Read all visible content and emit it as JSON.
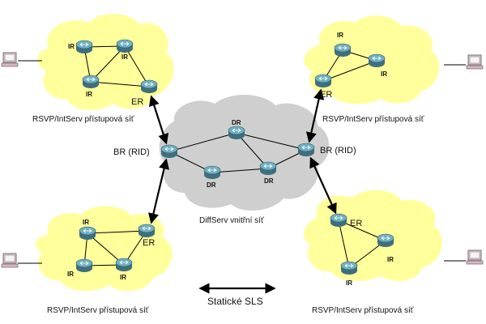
{
  "networks": {
    "top_left": {
      "caption": "RSVP/IntServ přístupová síť",
      "routers": [
        "IR",
        "IR",
        "IR",
        "ER"
      ]
    },
    "top_right": {
      "caption": "RSVP/IntServ přístupová síť",
      "routers": [
        "IR",
        "IR",
        "ER"
      ]
    },
    "bottom_left": {
      "caption": "RSVP/IntServ přístupová síť",
      "routers": [
        "IR",
        "ER",
        "IR",
        "IR"
      ]
    },
    "bottom_right": {
      "caption": "RSVP/IntServ přístupová síť",
      "routers": [
        "ER",
        "IR",
        "IR"
      ]
    }
  },
  "core": {
    "caption": "DiffServ vnitřní síť",
    "border_left": "BR (RID)",
    "border_right": "BR (RID)",
    "routers": [
      "DR",
      "DR",
      "DR"
    ]
  },
  "legend": {
    "label": "Statické SLS"
  },
  "colors": {
    "cloud_yellow": "#ffff9c",
    "cloud_gray": "#cfcfcf",
    "router_teal": "#5a97a8",
    "pc_pink": "#e8c7d6"
  }
}
